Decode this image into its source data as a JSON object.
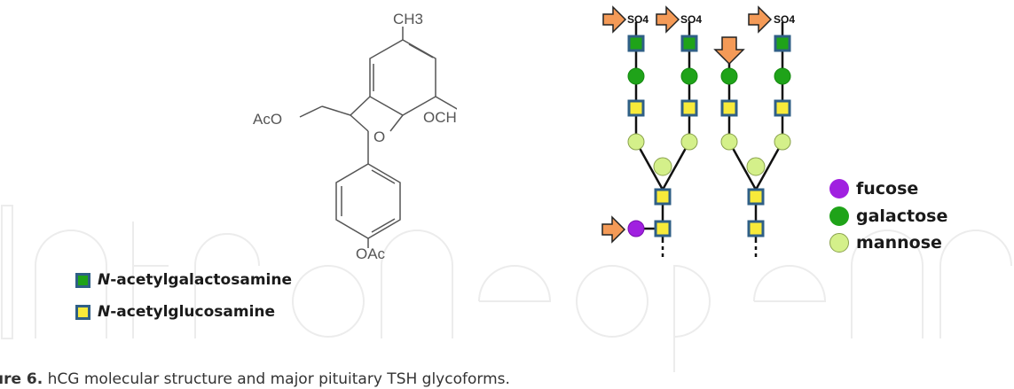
{
  "molecule": {
    "labels": {
      "methyl": "CH3",
      "acetoxy_left": "AcO",
      "methoxy": "OCH3",
      "ring_oxygen": "O",
      "acetoxy_bottom": "OAc"
    }
  },
  "glycans": {
    "sulfate_label": "SO4",
    "colors": {
      "arrow": "#f49a57",
      "galnac": "#1fa319",
      "glcnac": "#f7ea3a",
      "square_border": "#2f5f86",
      "fucose": "#a020e0",
      "galactose": "#1fa319",
      "mannose": "#d4f08a"
    }
  },
  "legend_sugars": [
    {
      "name": "fucose",
      "color": "#a020e0"
    },
    {
      "name": "galactose",
      "color": "#1fa319"
    },
    {
      "name": "mannose",
      "color": "#d4f08a"
    }
  ],
  "legend_squares": [
    {
      "prefix": "N",
      "name": "-acetylgalactosamine",
      "color": "#1fa319"
    },
    {
      "prefix": "N",
      "name": "-acetylglucosamine",
      "color": "#f7ea3a"
    }
  ],
  "caption": {
    "label": "ure 6.",
    "text": " hCG molecular structure and major pituitary TSH glycoforms."
  }
}
